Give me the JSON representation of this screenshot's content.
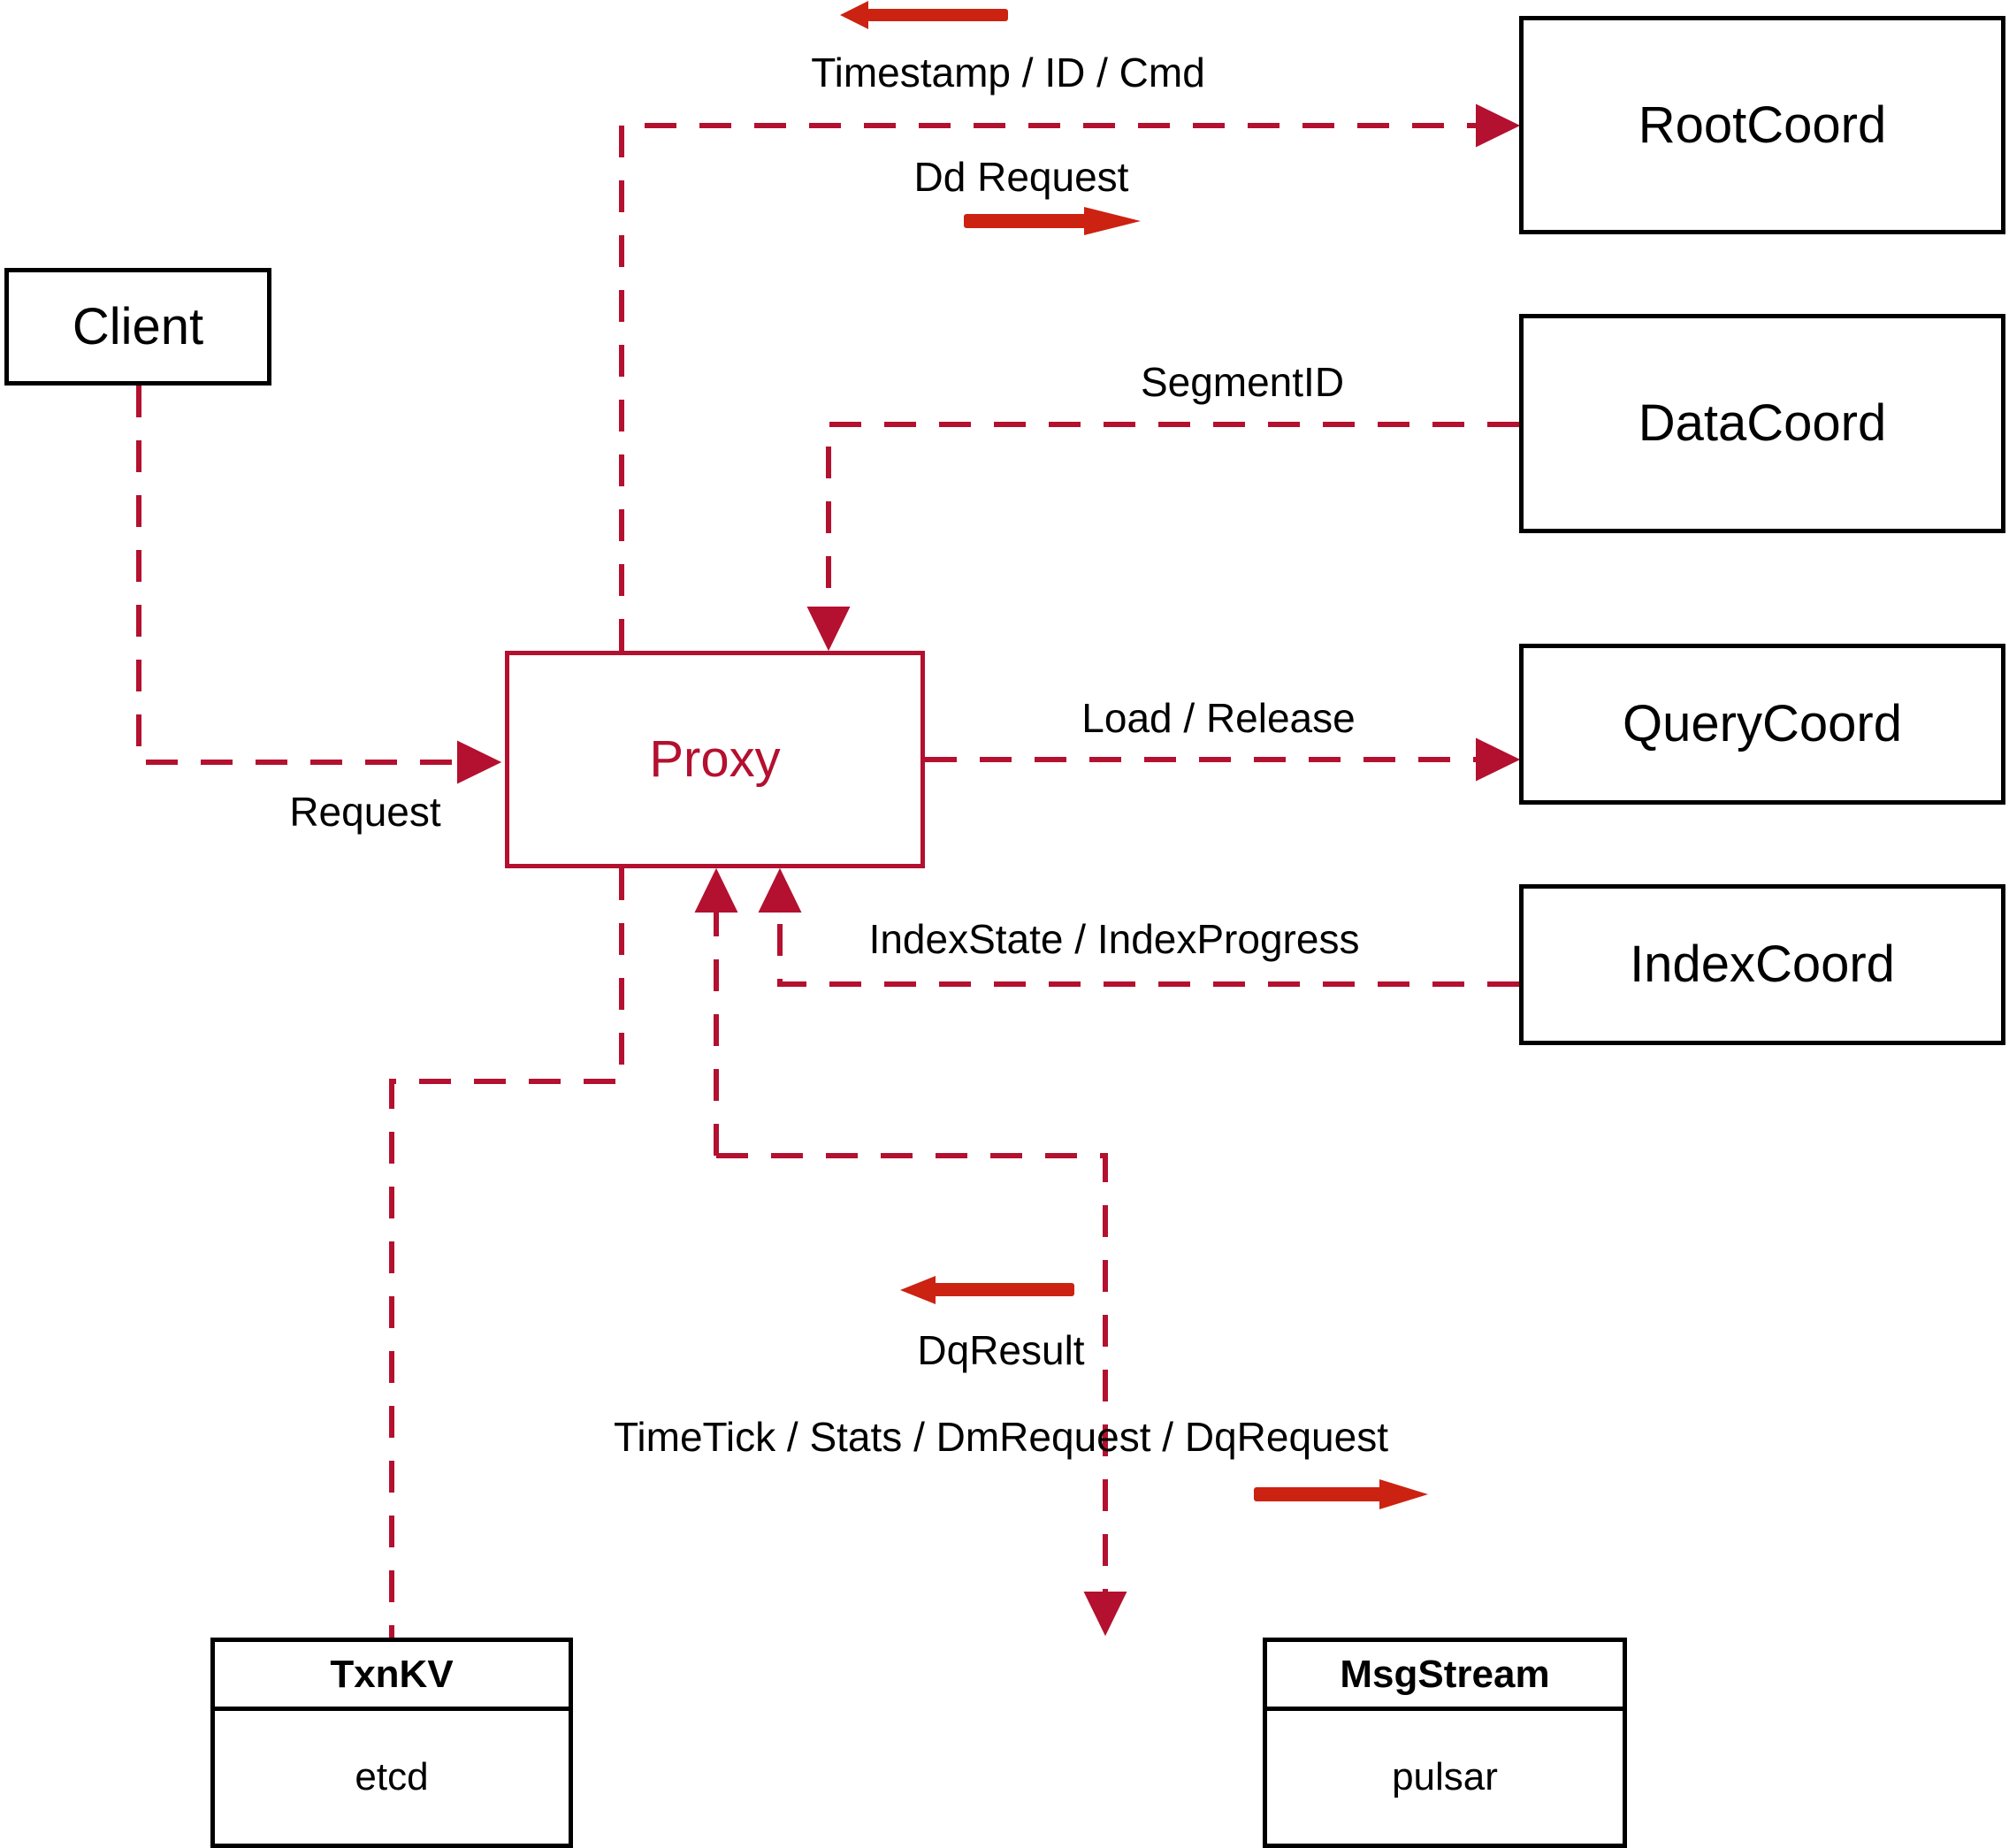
{
  "diagram": {
    "title": "Milvus Proxy component interaction diagram",
    "colors": {
      "node_border": "#000000",
      "proxy_accent": "#B4102F",
      "dashed_edge": "#B4102F",
      "bold_arrow": "#CC2211",
      "background": "#FFFFFF",
      "text": "#000000"
    }
  },
  "nodes": {
    "client": {
      "label": "Client"
    },
    "proxy": {
      "label": "Proxy"
    },
    "root_coord": {
      "label": "RootCoord"
    },
    "data_coord": {
      "label": "DataCoord"
    },
    "query_coord": {
      "label": "QueryCoord"
    },
    "index_coord": {
      "label": "IndexCoord"
    }
  },
  "stores": {
    "txnkv": {
      "title": "TxnKV",
      "impl": "etcd"
    },
    "msgstream": {
      "title": "MsgStream",
      "impl": "pulsar"
    }
  },
  "edges": [
    {
      "id": "request",
      "label": "Request",
      "from": "client",
      "to": "proxy",
      "style": "dashed",
      "direction": "right"
    },
    {
      "id": "dd-request",
      "label": "Dd Request",
      "from": "proxy",
      "to": "root_coord",
      "style": "dashed",
      "direction": "right"
    },
    {
      "id": "timestamp",
      "label": "Timestamp / ID / Cmd",
      "from": "root_coord",
      "to": "proxy",
      "style": "dashed",
      "direction": "left"
    },
    {
      "id": "segment-id",
      "label": "SegmentID",
      "from": "data_coord",
      "to": "proxy",
      "style": "dashed",
      "direction": "left"
    },
    {
      "id": "load-release",
      "label": "Load / Release",
      "from": "proxy",
      "to": "query_coord",
      "style": "dashed",
      "direction": "right"
    },
    {
      "id": "index-state",
      "label": "IndexState / IndexProgress",
      "from": "index_coord",
      "to": "proxy",
      "style": "dashed",
      "direction": "left"
    },
    {
      "id": "dq-result",
      "label": "DqResult",
      "from": "msgstream",
      "to": "proxy",
      "style": "dashed",
      "direction": "left"
    },
    {
      "id": "timetick",
      "label": "TimeTick / Stats / DmRequest / DqRequest",
      "from": "proxy",
      "to": "msgstream",
      "style": "dashed",
      "direction": "right"
    },
    {
      "id": "proxy-txnkv",
      "label": "",
      "from": "proxy",
      "to": "txnkv",
      "style": "dashed",
      "direction": "none"
    }
  ]
}
